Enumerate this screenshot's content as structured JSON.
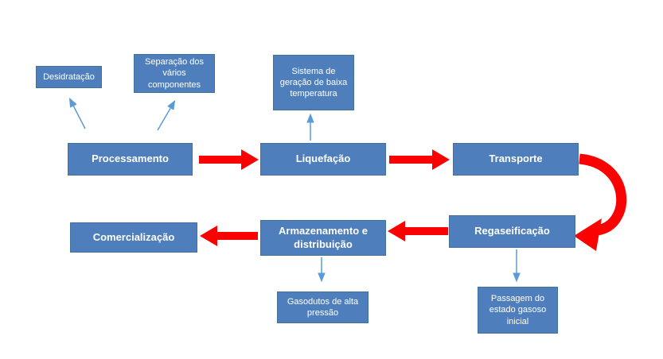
{
  "diagram": {
    "title": "LNG process flow diagram",
    "boxes": {
      "desidratacao": {
        "label": "Desidratação"
      },
      "separacao": {
        "label": "Separação dos vários componentes"
      },
      "sistema": {
        "label": "Sistema de geração de baixa temperatura"
      },
      "processamento": {
        "label": "Processamento"
      },
      "liquefacao": {
        "label": "Liquefação"
      },
      "transporte": {
        "label": "Transporte"
      },
      "regaseificacao": {
        "label": "Regaseificação"
      },
      "armazenamento": {
        "label": "Armazenamento e distribuição"
      },
      "comercializacao": {
        "label": "Comercialização"
      },
      "gasodutos": {
        "label": "Gasodutos de alta pressão"
      },
      "passagem": {
        "label": "Passagem do estado gasoso inicial"
      }
    },
    "colors": {
      "background": "#ffffff",
      "box_fill": "#4e7fbc",
      "box_border": "#41719c",
      "box_text": "#ffffff",
      "flow_arrow": "#fb0202",
      "thin_arrow": "#5b9bd5"
    }
  }
}
